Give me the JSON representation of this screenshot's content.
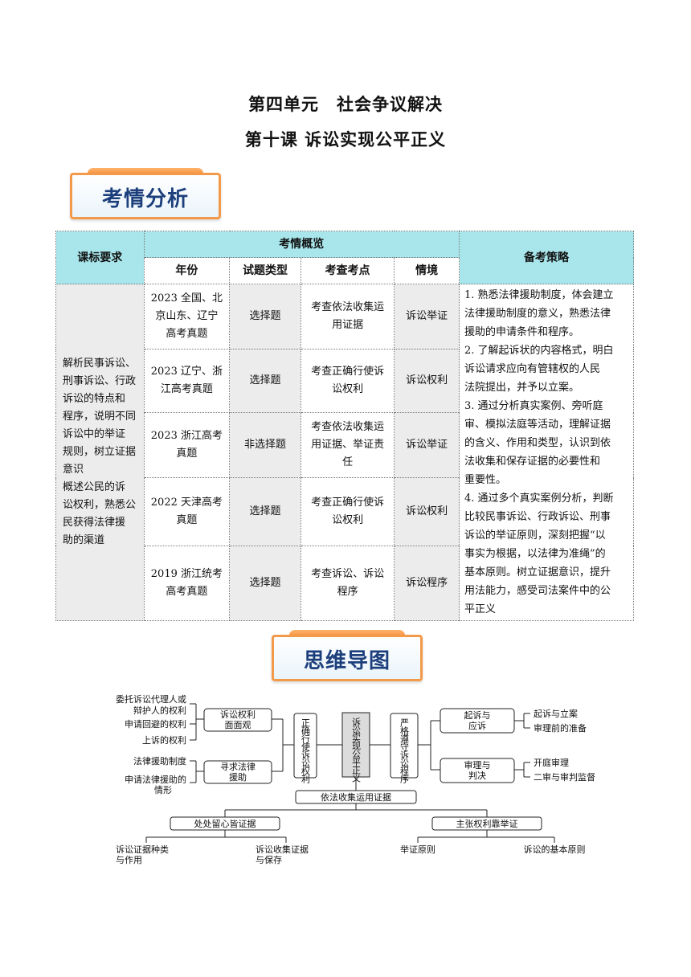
{
  "titles": {
    "unit": "第四单元　社会争议解决",
    "lesson": "第十课 诉讼实现公平正义"
  },
  "banners": {
    "analysis": "考情分析",
    "mindmap": "思维导图"
  },
  "exam_table": {
    "headers": {
      "requirement": "课标要求",
      "overview": "考情概览",
      "year": "年份",
      "type": "试题类型",
      "point": "考查考点",
      "context": "情境",
      "strategy": "备考策略"
    },
    "requirement_lines": [
      "解析民事诉讼、",
      "刑事诉讼、行政",
      "诉讼的特点和",
      "程序，说明不同",
      "诉讼中的举证",
      "规则，树立证据",
      "意识",
      "概述公民的诉",
      "讼权利，熟悉公",
      "民获得法律援",
      "助的渠道"
    ],
    "rows": [
      {
        "year_lines": [
          "2023 全国、北",
          "京山东、辽宁",
          "高考真题"
        ],
        "type": "选择题",
        "point_lines": [
          "考查依法收集运",
          "用证据"
        ],
        "context": "诉讼举证"
      },
      {
        "year_lines": [
          "2023 辽宁、浙",
          "江高考真题"
        ],
        "type": "选择题",
        "point_lines": [
          "考查正确行使诉",
          "讼权利"
        ],
        "context": "诉讼权利"
      },
      {
        "year_lines": [
          "2023 浙江高考",
          "真题"
        ],
        "type": "非选择题",
        "point_lines": [
          "考查依法收集运",
          "用证据、举证责",
          "任"
        ],
        "context": "诉讼举证"
      },
      {
        "year_lines": [
          "2022 天津高考",
          "真题"
        ],
        "type": "选择题",
        "point_lines": [
          "考查正确行使诉",
          "讼权利"
        ],
        "context": "诉讼权利"
      },
      {
        "year_lines": [
          "2019 浙江统考",
          "高考真题"
        ],
        "type": "选择题",
        "point_lines": [
          "考查诉讼、诉讼",
          "程序"
        ],
        "context": "诉讼程序"
      }
    ],
    "strategy_lines": [
      "1. 熟悉法律援助制度，体会建立",
      "法律援助制度的意义，熟悉法律",
      "援助的申请条件和程序。",
      "2. 了解起诉状的内容格式，明白",
      "诉讼请求应向有管辖权的人民",
      "法院提出，并予以立案。",
      "3. 通过分析真实案例、旁听庭",
      "审、模拟法庭等活动，理解证据",
      "的含义、作用和类型，认识到依",
      "法收集和保存证据的必要性和",
      "重要性。",
      "4. 通过多个真实案例分析，判断",
      "比较民事诉讼、行政诉讼、刑事",
      "诉讼的举证原则，深刻把握“以",
      "事实为根据，以法律为准绳”的",
      "基本原则。树立证据意识，提升",
      "用法能力，感受司法案件中的公",
      "平正义"
    ]
  },
  "mindmap": {
    "center": "诉讼实现公平正义",
    "left_branch": "正确行使诉讼权利",
    "right_branch": "严格遵守诉讼程序",
    "left_nodes": [
      {
        "label_lines": [
          "诉讼权利",
          "面面观"
        ],
        "leaves": [
          [
            "委托诉讼代理人或",
            "辩护人的权利"
          ],
          [
            "申请回避的权利"
          ],
          [
            "上诉的权利"
          ]
        ]
      },
      {
        "label_lines": [
          "寻求法律",
          "援助"
        ],
        "leaves": [
          [
            "法律援助制度"
          ],
          [
            "申请法律援助的",
            "情形"
          ]
        ]
      }
    ],
    "right_nodes": [
      {
        "label_lines": [
          "起诉与",
          "应诉"
        ],
        "leaves": [
          "起诉与立案",
          "审理前的准备"
        ]
      },
      {
        "label_lines": [
          "审理与",
          "判决"
        ],
        "leaves": [
          "开庭审理",
          "二审与审判监督"
        ]
      }
    ],
    "bottom": {
      "root": "依法收集运用证据",
      "left": {
        "label": "处处留心皆证据",
        "leaves": [
          [
            "诉讼证据种类",
            "与作用"
          ],
          [
            "诉讼收集证据",
            "与保存"
          ]
        ]
      },
      "right": {
        "label": "主张权利靠举证",
        "leaves": [
          [
            "举证原则"
          ],
          [
            "诉讼的基本原则"
          ]
        ]
      }
    }
  }
}
